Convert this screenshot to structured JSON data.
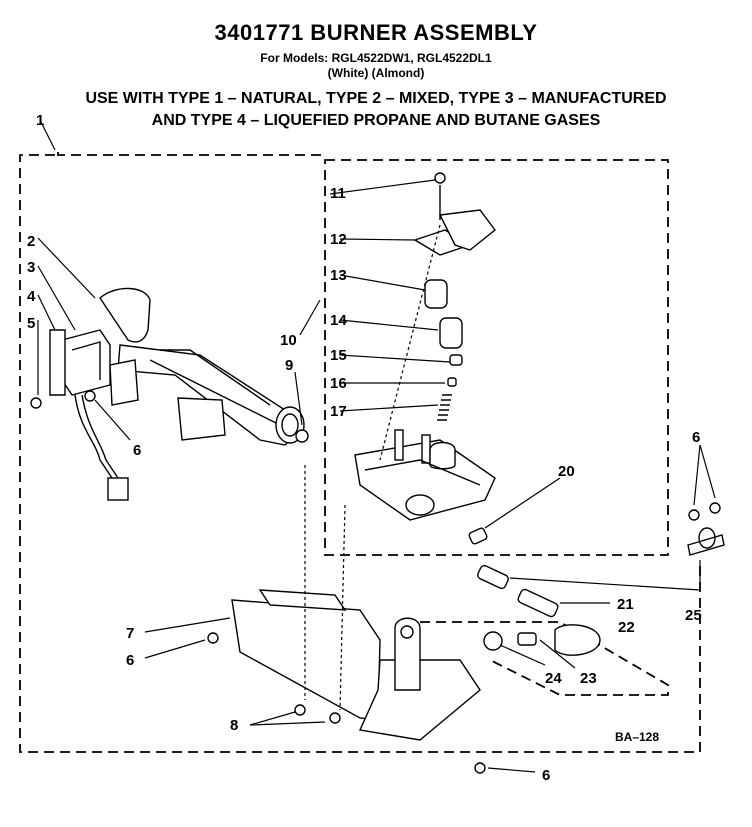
{
  "header": {
    "title": "3401771 BURNER ASSEMBLY",
    "models": "For Models: RGL4522DW1, RGL4522DL1",
    "colors": "(White)        (Almond)",
    "usage_line1": "USE WITH TYPE 1 – NATURAL, TYPE 2 – MIXED, TYPE 3 – MANUFACTURED",
    "usage_line2": "AND TYPE 4 – LIQUEFIED PROPANE AND BUTANE GASES"
  },
  "callouts": {
    "c1": "1",
    "c2": "2",
    "c3": "3",
    "c4": "4",
    "c5": "5",
    "c6a": "6",
    "c6b": "6",
    "c6c": "6",
    "c6d": "6",
    "c7": "7",
    "c8": "8",
    "c9": "9",
    "c10": "10",
    "c11": "11",
    "c12": "12",
    "c13": "13",
    "c14": "14",
    "c15": "15",
    "c16": "16",
    "c17": "17",
    "c20": "20",
    "c21": "21",
    "c22": "22",
    "c23": "23",
    "c24": "24",
    "c25": "25"
  },
  "diagram_code": "BA–128"
}
